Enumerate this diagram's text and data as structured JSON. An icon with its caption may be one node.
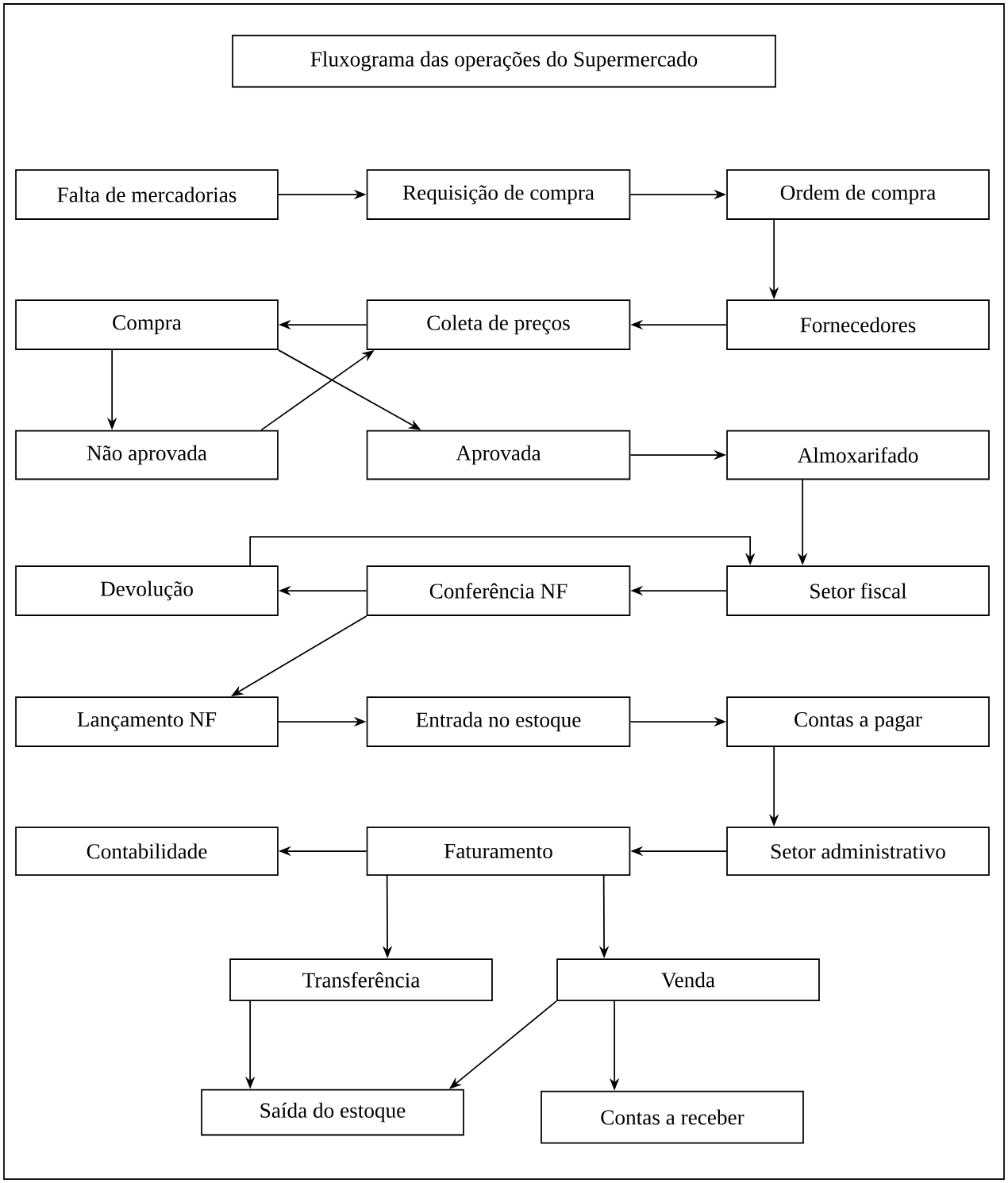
{
  "diagram": {
    "title": "Fluxograma das operações do Supermercado",
    "nodes": [
      {
        "text": [
          "Falta de mercadorias"
        ]
      },
      {
        "text": [
          "Requisição de compra"
        ]
      },
      {
        "text": [
          "Ordem de compra"
        ]
      },
      {
        "text": [
          "Compra"
        ]
      },
      {
        "text": [
          "Coleta de preços"
        ]
      },
      {
        "text": [
          "Fornecedores"
        ]
      },
      {
        "text": [
          "Não aprovada"
        ]
      },
      {
        "text": [
          "Aprovada"
        ]
      },
      {
        "text": [
          "Almoxarifado"
        ]
      },
      {
        "text": [
          "Devolução"
        ]
      },
      {
        "text": [
          "Conferência NF"
        ]
      },
      {
        "text": [
          "Setor fiscal"
        ]
      },
      {
        "text": [
          "Lançamento NF"
        ]
      },
      {
        "text": [
          "Entrada no estoque"
        ]
      },
      {
        "text": [
          "Contas a pagar"
        ]
      },
      {
        "text": [
          "Contabilidade"
        ]
      },
      {
        "text": [
          "Faturamento"
        ]
      },
      {
        "text": [
          "Setor administrativo"
        ]
      },
      {
        "text": [
          "Transferência"
        ]
      },
      {
        "text": [
          "Venda"
        ]
      },
      {
        "text": [
          "Saída do estoque"
        ]
      },
      {
        "text": [
          "Contas a receber"
        ]
      }
    ],
    "edges": [
      {
        "from": 0,
        "to": 1,
        "arrow": "to"
      },
      {
        "from": 1,
        "to": 2,
        "arrow": "to"
      },
      {
        "from": 2,
        "to": 5,
        "arrow": "to"
      },
      {
        "from": 5,
        "to": 4,
        "arrow": "to"
      },
      {
        "from": 4,
        "to": 3,
        "arrow": "to"
      },
      {
        "from": 3,
        "to": 7,
        "arrow": "to"
      },
      {
        "from": 3,
        "to": 6,
        "arrow": "to"
      },
      {
        "from": 6,
        "to": 4,
        "arrow": "to"
      },
      {
        "from": 7,
        "to": 8,
        "arrow": "to"
      },
      {
        "from": 8,
        "to": 11,
        "arrow": "to"
      },
      {
        "from": 11,
        "to": 10,
        "arrow": "to"
      },
      {
        "from": 10,
        "to": 9,
        "arrow": "to"
      },
      {
        "from": 9,
        "to": 11,
        "arrow": "to"
      },
      {
        "from": 10,
        "to": 12,
        "arrow": "to"
      },
      {
        "from": 12,
        "to": 13,
        "arrow": "to"
      },
      {
        "from": 13,
        "to": 14,
        "arrow": "to"
      },
      {
        "from": 14,
        "to": 17,
        "arrow": "to"
      },
      {
        "from": 17,
        "to": 16,
        "arrow": "to"
      },
      {
        "from": 16,
        "to": 15,
        "arrow": "to"
      },
      {
        "from": 16,
        "to": 18,
        "arrow": "to"
      },
      {
        "from": 16,
        "to": 19,
        "arrow": "to"
      },
      {
        "from": 18,
        "to": 20,
        "arrow": "to"
      },
      {
        "from": 19,
        "to": 20,
        "arrow": "to"
      },
      {
        "from": 19,
        "to": 21,
        "arrow": "to"
      }
    ]
  }
}
